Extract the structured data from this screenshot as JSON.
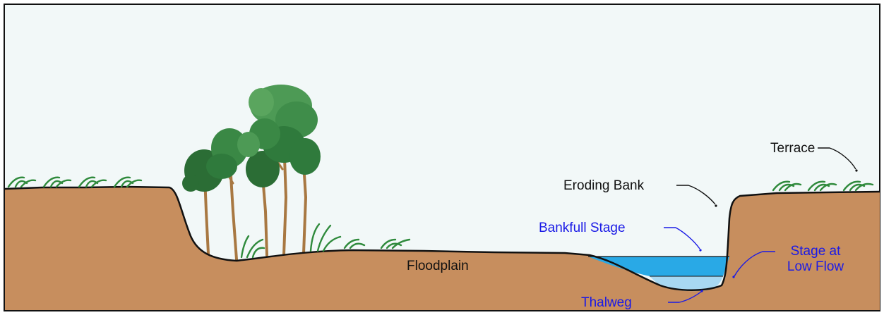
{
  "labels": {
    "terrace": "Terrace",
    "eroding_bank": "Eroding Bank",
    "bankfull_stage": "Bankfull Stage",
    "stage_low_flow_line1": "Stage at",
    "stage_low_flow_line2": "Low Flow",
    "floodplain": "Floodplain",
    "thalweg": "Thalweg"
  },
  "colors": {
    "sky": "#f2f8f8",
    "ground": "#c78e5e",
    "outline": "#111111",
    "bankfull_water": "#29a9e6",
    "low_flow_water": "#a8d8f2",
    "grass": "#2f8a3c",
    "tree_foliage": "#2f7a3c",
    "tree_trunk": "#a87842",
    "label_black": "#111111",
    "label_blue": "#1a1ae6"
  }
}
